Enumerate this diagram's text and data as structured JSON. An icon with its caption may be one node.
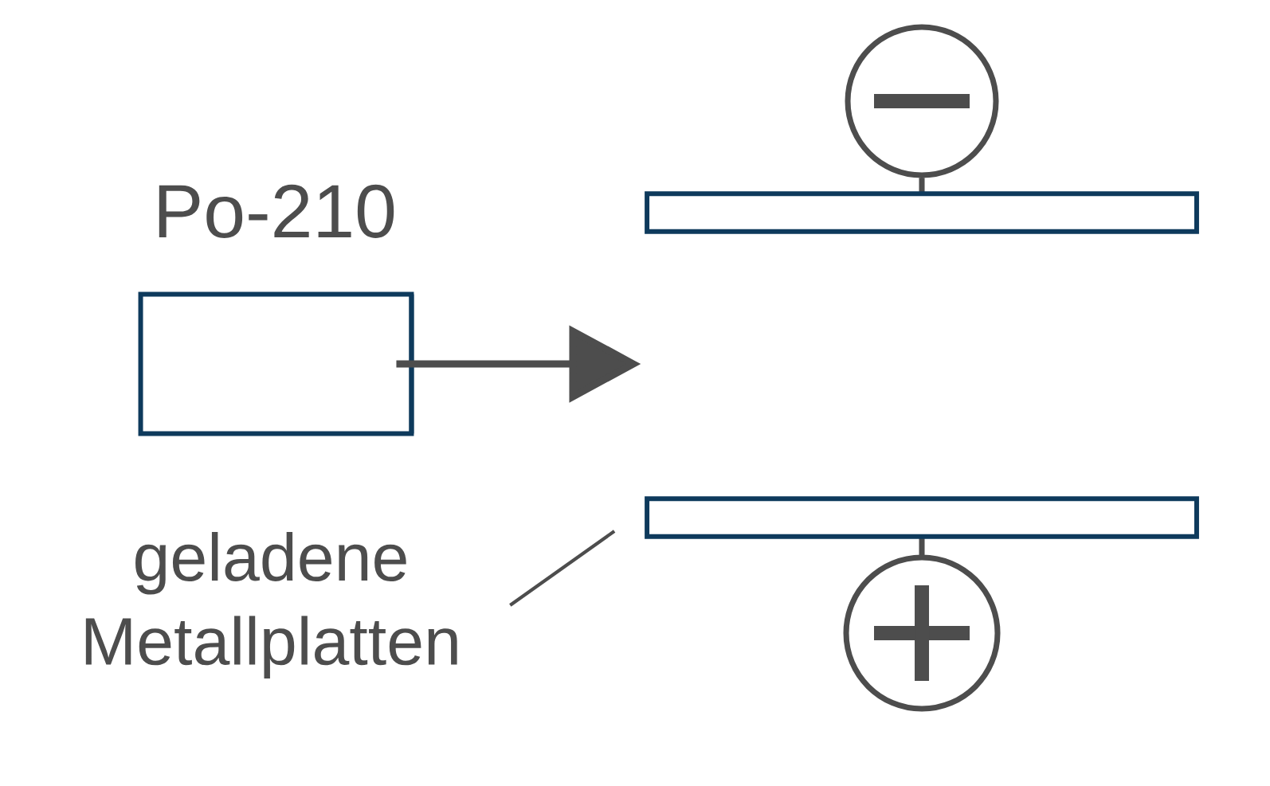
{
  "diagram": {
    "nodes": [
      {
        "text": [
          "Po-210"
        ]
      },
      {
        "text": [],
        "shape": "bar"
      },
      {
        "text": [],
        "shape": "bar"
      },
      {
        "text": [
          "geladene Metallplatten"
        ]
      }
    ],
    "edges": [
      {
        "from": 0,
        "to": null,
        "arrow": "to",
        "style": "thick"
      },
      {
        "from": 3,
        "to": 2,
        "arrow": "none"
      }
    ]
  }
}
